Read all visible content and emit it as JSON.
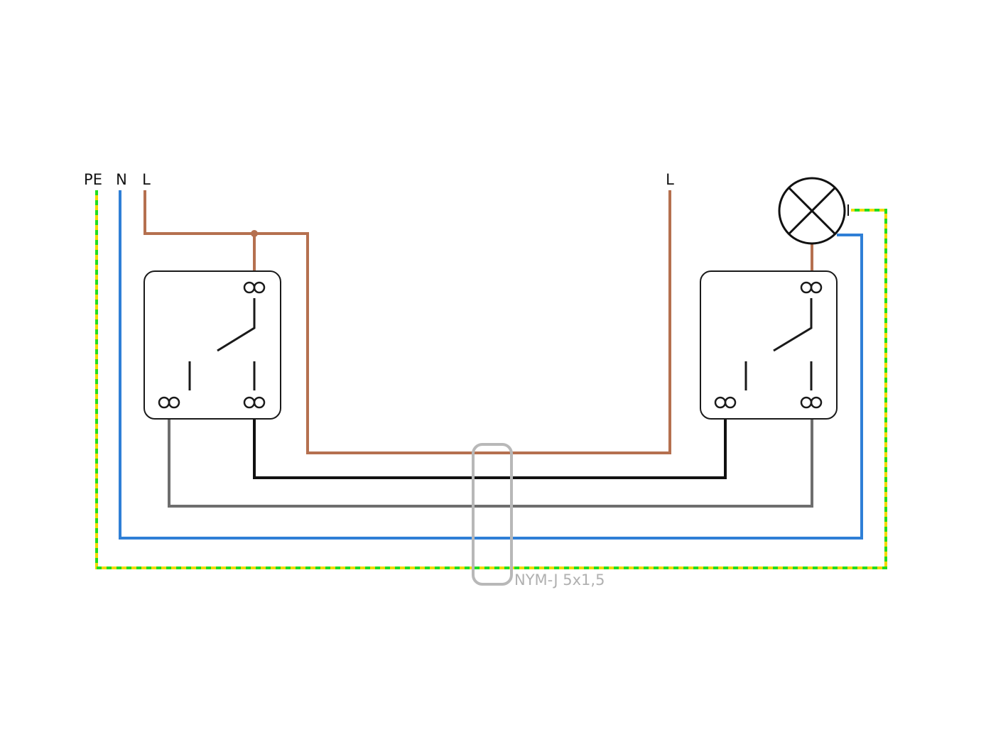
{
  "labels": {
    "pe": "PE",
    "n": "N",
    "l_left": "L",
    "l_right": "L",
    "cable": "NYM-J 5x1,5"
  },
  "colors": {
    "phase": "#b5704f",
    "neutral": "#2f7fd6",
    "earth_green": "#22dd22",
    "earth_yellow": "#f5d800",
    "traveler_black": "#111111",
    "traveler_gray": "#6e6e6e",
    "sheath": "#b8b8b8"
  },
  "components": [
    "switch-left",
    "switch-right",
    "lamp"
  ]
}
